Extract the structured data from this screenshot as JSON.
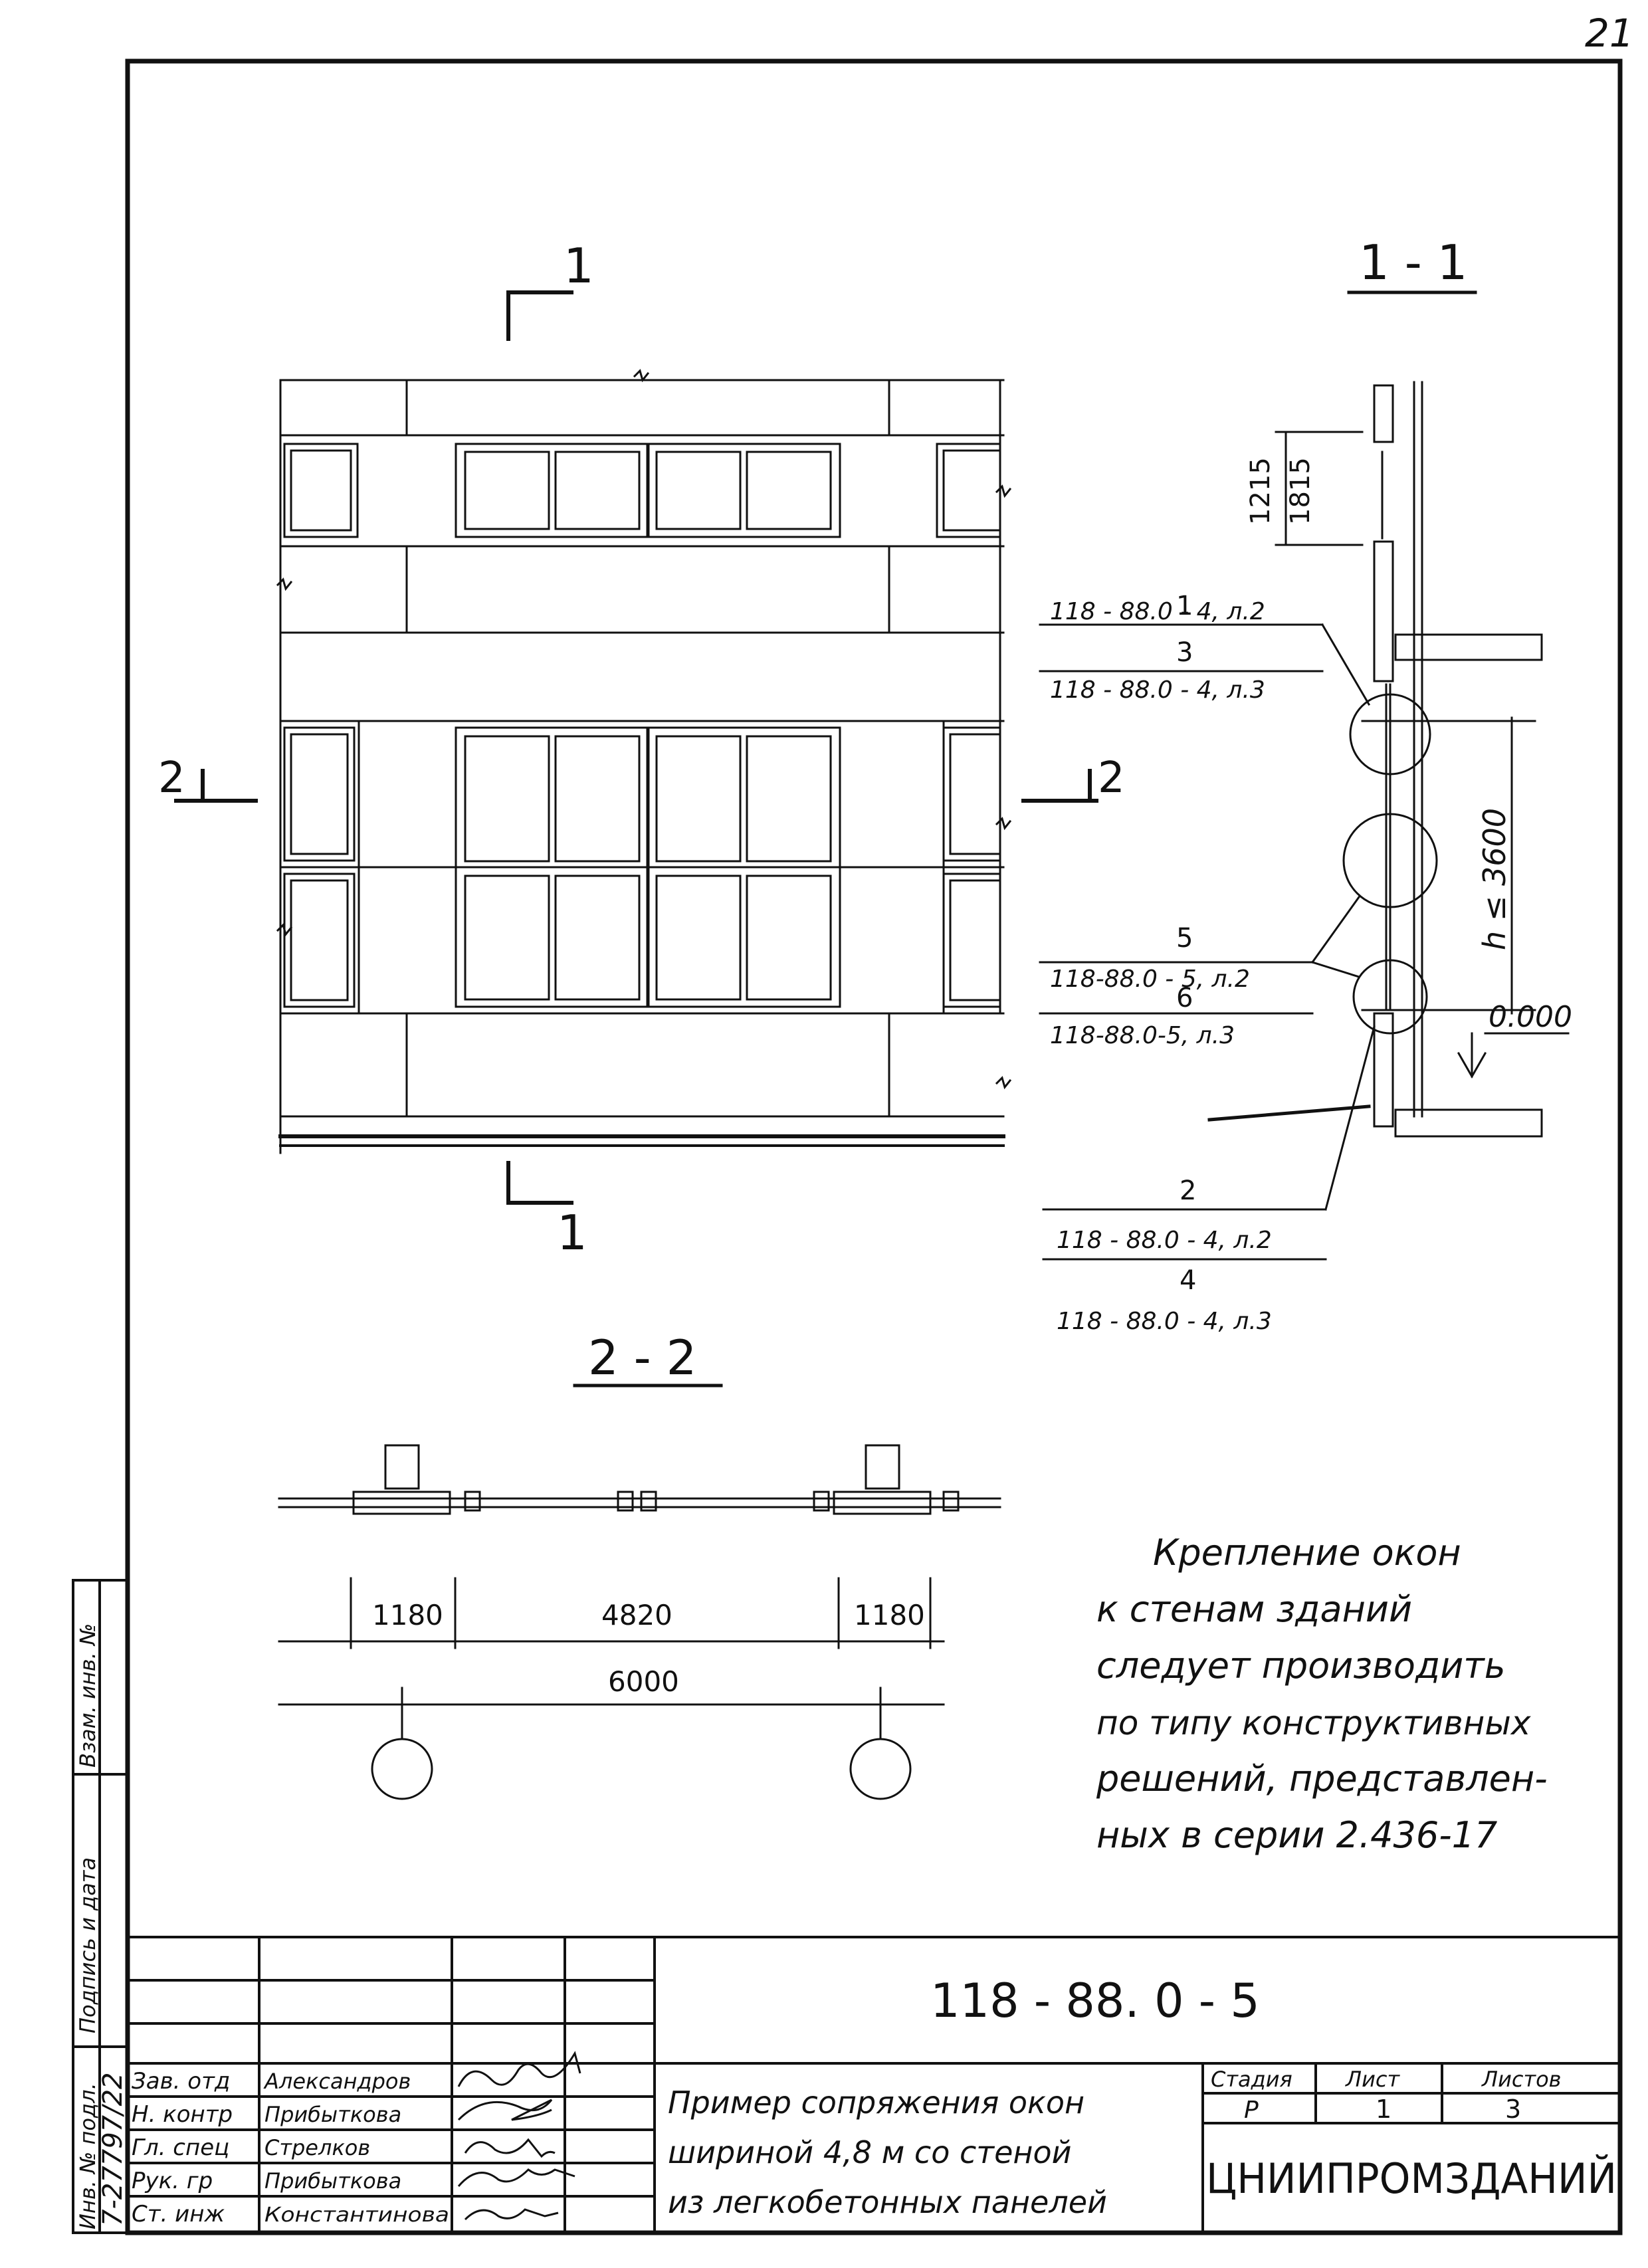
{
  "page_number": "21",
  "section_marks": {
    "elev_top": "1",
    "elev_bottom": "1",
    "elev_left": "2",
    "elev_right": "2",
    "section_1_title": "1 - 1",
    "section_2_title": "2 - 2"
  },
  "section_1_1": {
    "dims": [
      "1215",
      "1815",
      "h ≤ 3600"
    ],
    "level": "0.000",
    "callouts": [
      {
        "num": "1",
        "ref": "118 - 88.0 - 4, л.2"
      },
      {
        "num": "3",
        "ref": "118 - 88.0 - 4, л.3"
      },
      {
        "num": "5",
        "ref": "118-88.0 - 5, л.2"
      },
      {
        "num": "6",
        "ref": "118-88.0-5, л.3"
      },
      {
        "num": "2",
        "ref": "118 - 88.0 - 4, л.2"
      },
      {
        "num": "4",
        "ref": "118 - 88.0 - 4, л.3"
      }
    ]
  },
  "section_2_2": {
    "dims": [
      "1180",
      "4820",
      "1180"
    ],
    "total": "6000"
  },
  "note_lines": [
    "Крепление окон",
    "к стенам зданий",
    "следует производить",
    "по типу конструктивных",
    "решений, представлен-",
    "ных в серии 2.436-17"
  ],
  "side_stamp": {
    "labels": [
      "Инв. № подл.",
      "Подпись и дата",
      "Взам. инв. №"
    ],
    "inv_number": "7-27797/22"
  },
  "title_block": {
    "doc_code": "118 - 88. 0 - 5",
    "title_lines": [
      "Пример сопряжения окон",
      "шириной 4,8 м со стеной",
      "из легкобетонных панелей"
    ],
    "stage_label": "Стадия",
    "sheet_label": "Лист",
    "sheets_label": "Листов",
    "stage": "Р",
    "sheet": "1",
    "sheets": "3",
    "organization": "ЦНИИПРОМЗДАНИЙ",
    "people": [
      {
        "role": "Зав. отд",
        "name": "Александров"
      },
      {
        "role": "Н. контр",
        "name": "Прибыткова"
      },
      {
        "role": "Гл. спец",
        "name": "Стрелков"
      },
      {
        "role": "Рук. гр",
        "name": "Прибыткова"
      },
      {
        "role": "Ст. инж",
        "name": "Константинова"
      }
    ]
  }
}
